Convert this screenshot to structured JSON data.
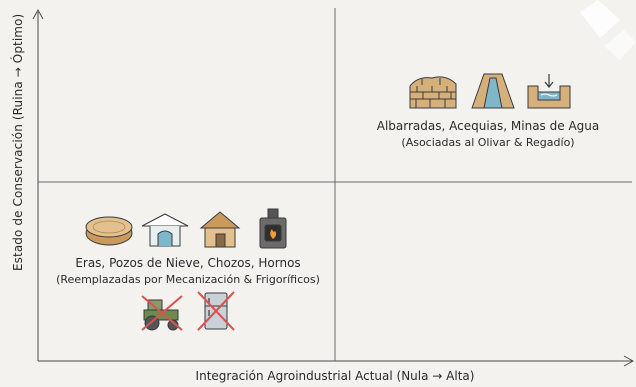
{
  "axes": {
    "y_label": "Estado de Conservación (Ruina → Óptimo)",
    "x_label": "Integración Agroindustrial Actual (Nula → Alta)"
  },
  "quadrant_top_right": {
    "title": "Albarradas, Acequias, Minas de Agua",
    "subtitle": "(Asociadas al Olivar & Regadío)",
    "icons": [
      "stone-wall-icon",
      "irrigation-channel-icon",
      "water-mine-icon"
    ]
  },
  "quadrant_bottom_left": {
    "title": "Eras, Pozos de Nieve, Chozos, Hornos",
    "subtitle": "(Reemplazadas por Mecanización & Frigoríficos)",
    "icons": [
      "threshing-floor-icon",
      "snow-well-icon",
      "hut-icon",
      "oven-icon"
    ],
    "replaced_icons": [
      "crossed-tractor-icon",
      "crossed-refrigerator-icon"
    ]
  },
  "colors": {
    "background": "#f3f2ef",
    "axis": "#4a4a4a",
    "icon_fill": "#d6b07a",
    "icon_stroke": "#3a3a3a",
    "water": "#7fb6c9",
    "cross": "#d9534f"
  }
}
